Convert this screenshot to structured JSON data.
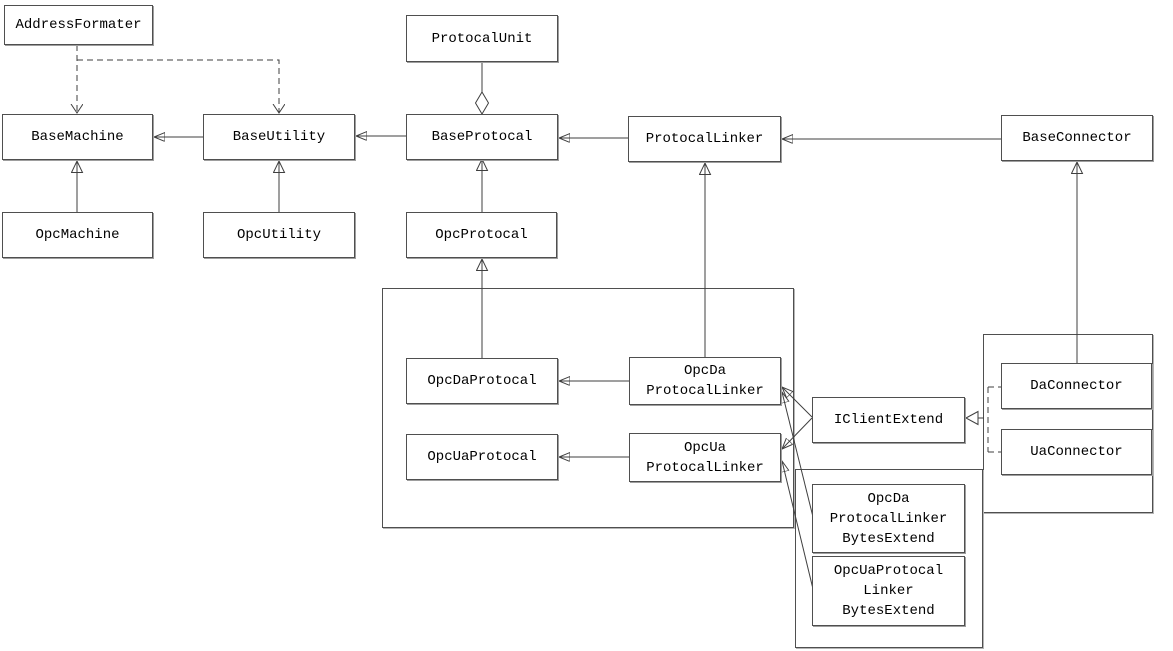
{
  "diagram_type": "uml-class-diagram",
  "colors": {
    "background": "#ffffff",
    "box_fill": "#ffffff",
    "box_border": "#4f4f4f",
    "line": "#3f3f3f",
    "arrow_fill": "#1c1c1c",
    "text": "#000000"
  },
  "nodes": [
    {
      "id": "AddressFormater",
      "label": "AddressFormater"
    },
    {
      "id": "ProtocalUnit",
      "label": "ProtocalUnit"
    },
    {
      "id": "BaseMachine",
      "label": "BaseMachine"
    },
    {
      "id": "BaseUtility",
      "label": "BaseUtility"
    },
    {
      "id": "BaseProtocal",
      "label": "BaseProtocal"
    },
    {
      "id": "ProtocalLinker",
      "label": "ProtocalLinker"
    },
    {
      "id": "BaseConnector",
      "label": "BaseConnector"
    },
    {
      "id": "OpcMachine",
      "label": "OpcMachine"
    },
    {
      "id": "OpcUtility",
      "label": "OpcUtility"
    },
    {
      "id": "OpcProtocal",
      "label": "OpcProtocal"
    },
    {
      "id": "OpcDaProtocal",
      "label": "OpcDaProtocal"
    },
    {
      "id": "OpcDaProtocalLinker",
      "label": "OpcDa\nProtocalLinker"
    },
    {
      "id": "OpcUaProtocal",
      "label": "OpcUaProtocal"
    },
    {
      "id": "OpcUaProtocalLinker",
      "label": "OpcUa\nProtocalLinker"
    },
    {
      "id": "IClientExtend",
      "label": "IClientExtend"
    },
    {
      "id": "DaConnector",
      "label": "DaConnector"
    },
    {
      "id": "UaConnector",
      "label": "UaConnector"
    },
    {
      "id": "OpcDaProtocalLinkerBytesExtend",
      "label": "OpcDa\nProtocalLinker\nBytesExtend"
    },
    {
      "id": "OpcUaProtocalLinkerBytesExtend",
      "label": "OpcUaProtocal\nLinker\nBytesExtend"
    }
  ],
  "edges": [
    {
      "from": "AddressFormater",
      "to": "BaseMachine",
      "type": "dependency-dashed-open-arrow"
    },
    {
      "from": "AddressFormater",
      "to": "BaseUtility",
      "type": "dependency-dashed-open-arrow"
    },
    {
      "from": "BaseUtility",
      "to": "BaseMachine",
      "type": "association-filled-arrow"
    },
    {
      "from": "BaseProtocal",
      "to": "BaseUtility",
      "type": "association-filled-arrow"
    },
    {
      "from": "ProtocalLinker",
      "to": "BaseProtocal",
      "type": "association-filled-arrow"
    },
    {
      "from": "BaseConnector",
      "to": "ProtocalLinker",
      "type": "association-filled-arrow"
    },
    {
      "from": "ProtocalUnit",
      "to": "BaseProtocal",
      "type": "aggregation-open-diamond"
    },
    {
      "from": "OpcMachine",
      "to": "BaseMachine",
      "type": "generalization-open-triangle"
    },
    {
      "from": "OpcUtility",
      "to": "BaseUtility",
      "type": "generalization-open-triangle"
    },
    {
      "from": "OpcProtocal",
      "to": "BaseProtocal",
      "type": "generalization-open-triangle"
    },
    {
      "from": "OpcDaProtocal",
      "to": "OpcProtocal",
      "type": "generalization-open-triangle"
    },
    {
      "from": "OpcDaProtocalLinker",
      "to": "ProtocalLinker",
      "type": "generalization-open-triangle"
    },
    {
      "from": "DaConnector",
      "to": "BaseConnector",
      "type": "generalization-open-triangle"
    },
    {
      "from": "OpcDaProtocalLinker",
      "to": "OpcDaProtocal",
      "type": "association-filled-arrow"
    },
    {
      "from": "OpcUaProtocalLinker",
      "to": "OpcUaProtocal",
      "type": "association-filled-arrow"
    },
    {
      "from": "IClientExtend",
      "to": "OpcDaProtocalLinker",
      "type": "association-filled-arrow"
    },
    {
      "from": "IClientExtend",
      "to": "OpcUaProtocalLinker",
      "type": "association-filled-arrow"
    },
    {
      "from": "OpcDaProtocalLinkerBytesExtend",
      "to": "OpcDaProtocalLinker",
      "type": "association-filled-arrow"
    },
    {
      "from": "OpcUaProtocalLinkerBytesExtend",
      "to": "OpcUaProtocalLinker",
      "type": "association-filled-arrow"
    },
    {
      "from": "DaConnector",
      "to": "IClientExtend",
      "type": "realization-dashed-open-triangle"
    },
    {
      "from": "UaConnector",
      "to": "IClientExtend",
      "type": "realization-dashed-open-triangle"
    }
  ]
}
